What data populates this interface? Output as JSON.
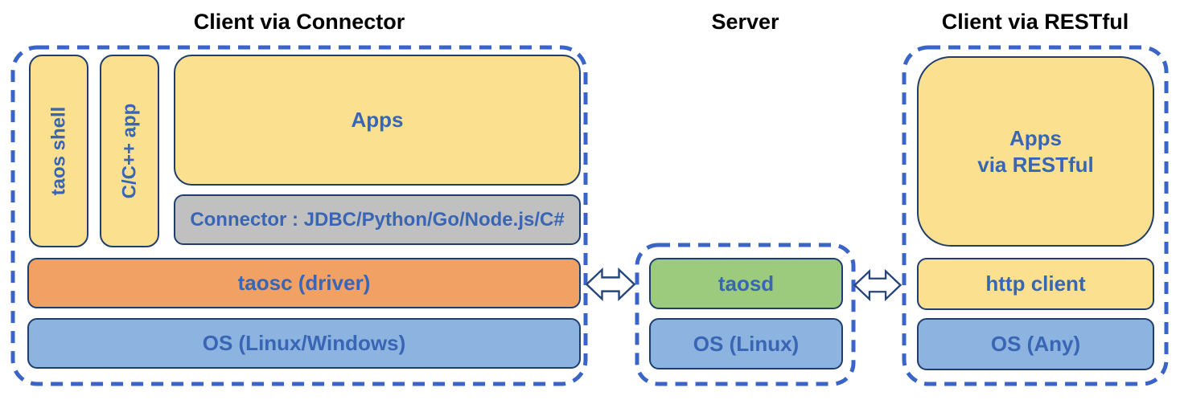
{
  "diagram": {
    "kind": "architecture-diagram",
    "sections": {
      "connector": {
        "title": "Client via Connector",
        "taos_shell": "taos shell",
        "cpp_app": "C/C++ app",
        "apps": "Apps",
        "connector_bar": "Connector : JDBC/Python/Go/Node.js/C#",
        "taosc": "taosc (driver)",
        "os": "OS (Linux/Windows)"
      },
      "server": {
        "title": "Server",
        "taosd": "taosd",
        "os": "OS (Linux)"
      },
      "restful": {
        "title": "Client via RESTful",
        "apps_line1": "Apps",
        "apps_line2": "via RESTful",
        "http_client": "http client",
        "os": "OS (Any)"
      }
    },
    "icons": {
      "left_arrow": "double-headed-horizontal-arrow",
      "right_arrow": "double-headed-horizontal-arrow"
    },
    "colors": {
      "background": "#FFFFFF",
      "yellow_box": "#FBE18F",
      "orange_box": "#F1A164",
      "blue_box": "#8DB3E0",
      "green_box": "#9DCB7D",
      "gray_box": "#C0C0C0",
      "box_border": "#1F3E6E",
      "dashed_border": "#3B64C9",
      "label_text": "#3866B4",
      "title_text": "#000000",
      "arrow_fill": "#FFFFFF",
      "arrow_stroke": "#26457B"
    }
  }
}
